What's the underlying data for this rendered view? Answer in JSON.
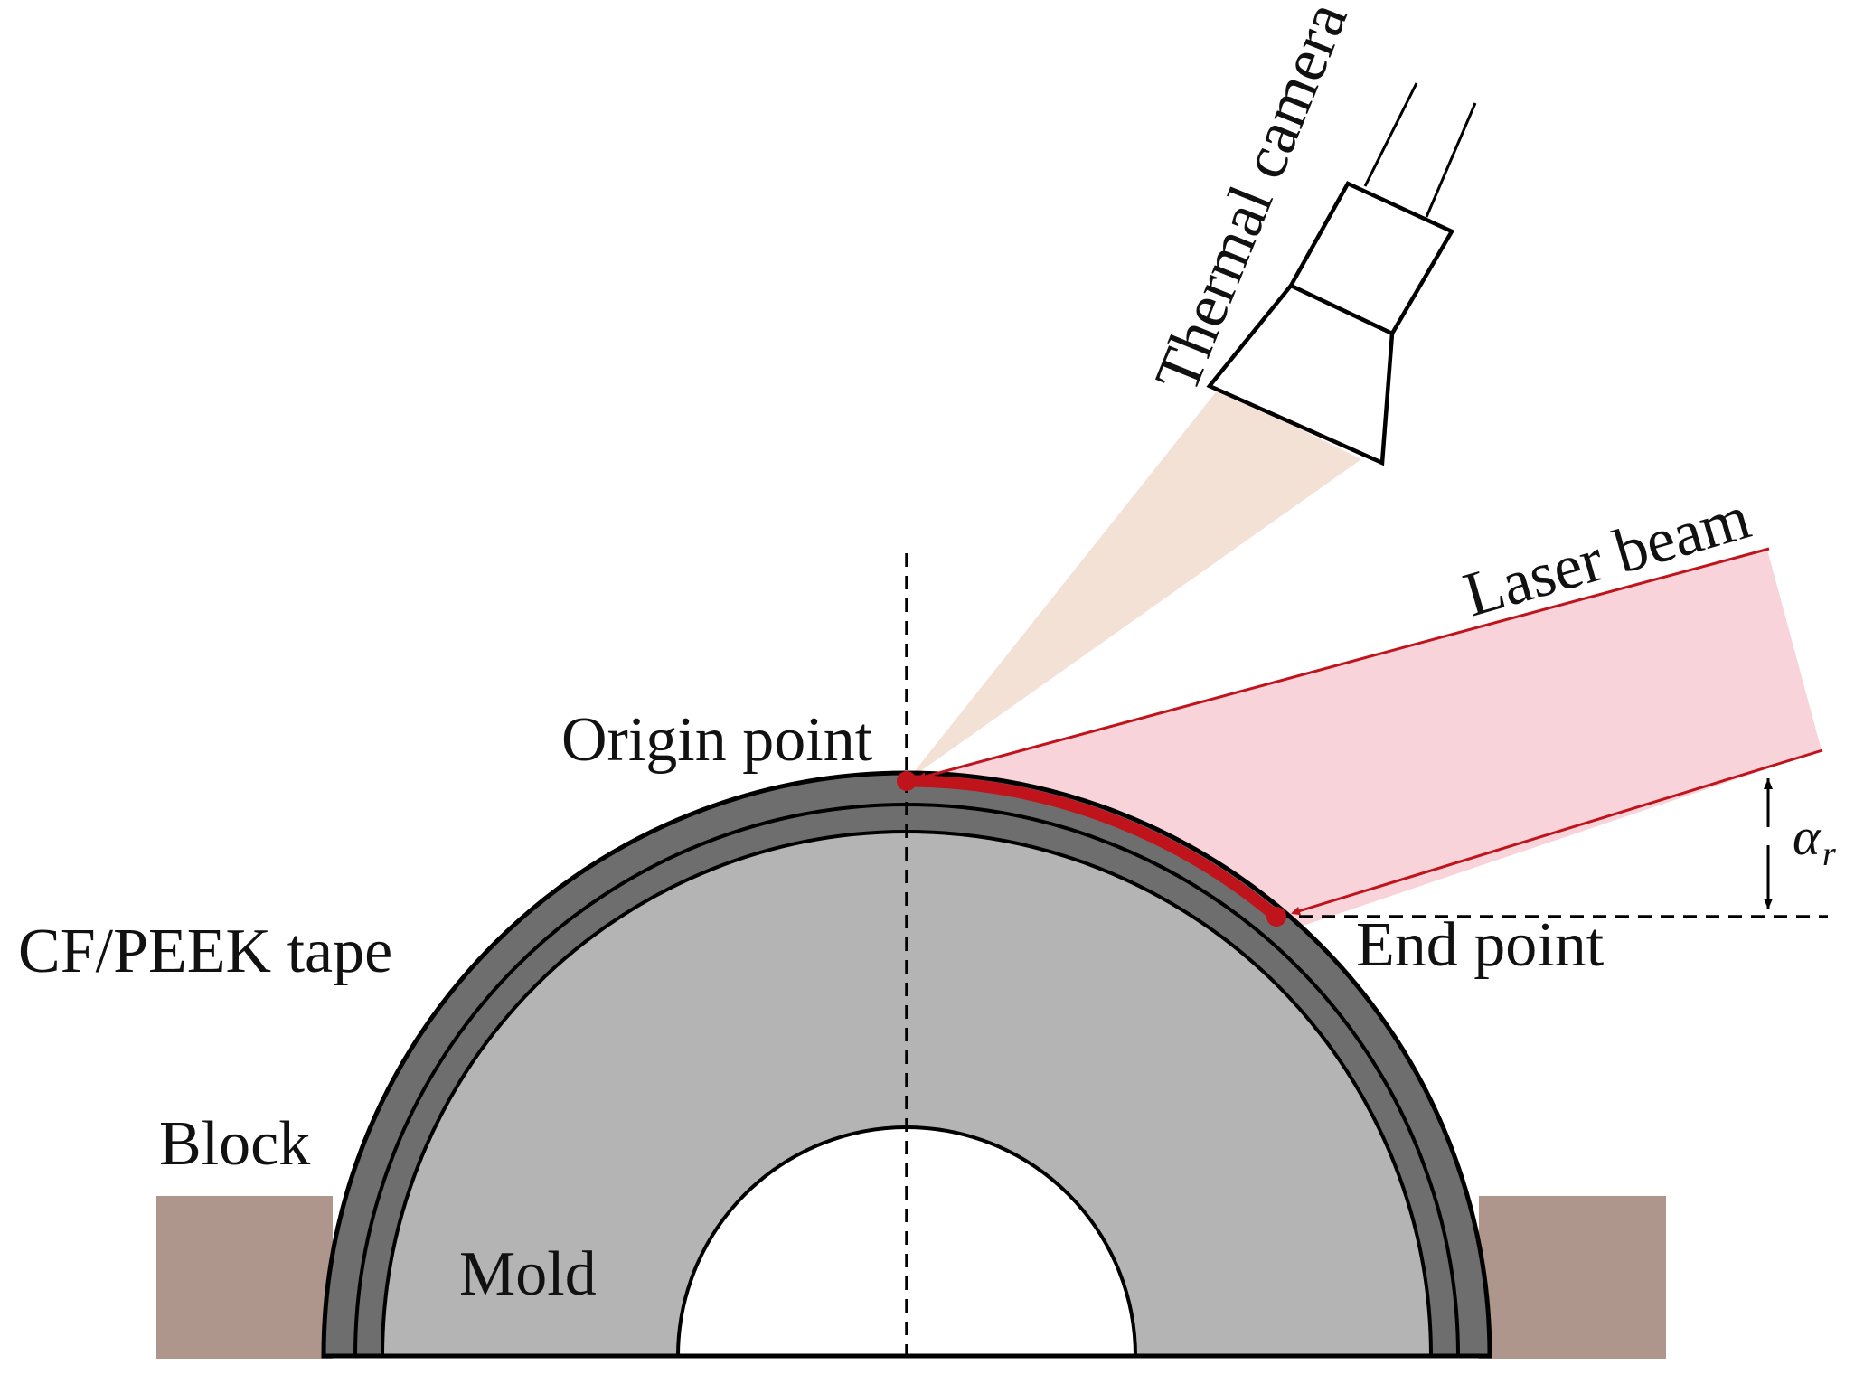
{
  "labels": {
    "thermal_camera": "Thermal camera",
    "laser_beam": "Laser beam",
    "origin_point": "Origin point",
    "end_point": "End point",
    "cf_peek_tape": "CF/PEEK tape",
    "block": "Block",
    "mold": "Mold",
    "angle_symbol": "α",
    "angle_subscript": "r"
  },
  "colors": {
    "block": "#ae968d",
    "tape": "#6e6e6e",
    "mold": "#b4b4b4",
    "laser": "#c0141c",
    "laser_fill": "#f4b6bf",
    "camera_view": "#f1dccf",
    "outline": "#000000"
  }
}
